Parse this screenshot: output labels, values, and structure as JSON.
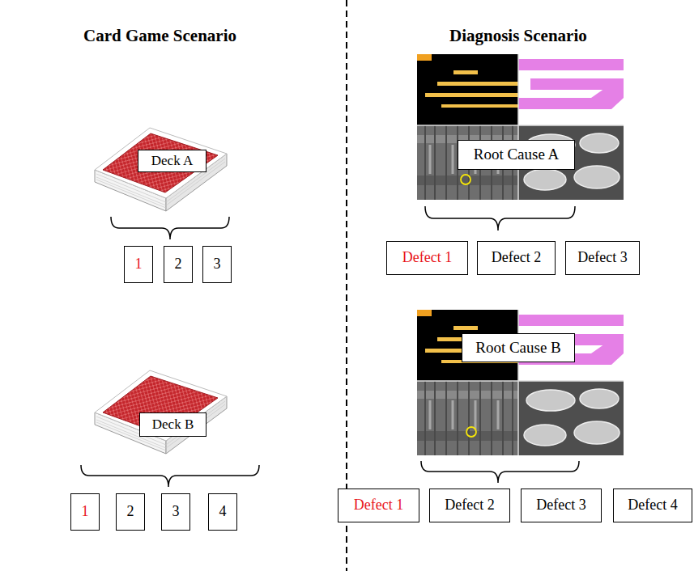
{
  "diagram": {
    "nodes": [
      {
        "text": [
          "Deck A"
        ]
      },
      {
        "text": [
          "1"
        ]
      },
      {
        "text": [
          "2"
        ]
      },
      {
        "text": [
          "3"
        ]
      },
      {
        "text": [
          "Deck B"
        ]
      },
      {
        "text": [
          "1"
        ]
      },
      {
        "text": [
          "2"
        ]
      },
      {
        "text": [
          "3"
        ]
      },
      {
        "text": [
          "4"
        ]
      },
      {
        "text": [
          "Root Cause A"
        ]
      },
      {
        "text": [
          "Defect 1"
        ]
      },
      {
        "text": [
          "Defect 2"
        ]
      },
      {
        "text": [
          "Defect 3"
        ]
      },
      {
        "text": [
          "Root Cause B"
        ]
      },
      {
        "text": [
          "Defect 1"
        ]
      },
      {
        "text": [
          "Defect 2"
        ]
      },
      {
        "text": [
          "Defect 3"
        ]
      },
      {
        "text": [
          "Defect 4"
        ]
      }
    ],
    "labels": [
      "Card Game Scenario",
      "Diagnosis Scenario"
    ]
  }
}
